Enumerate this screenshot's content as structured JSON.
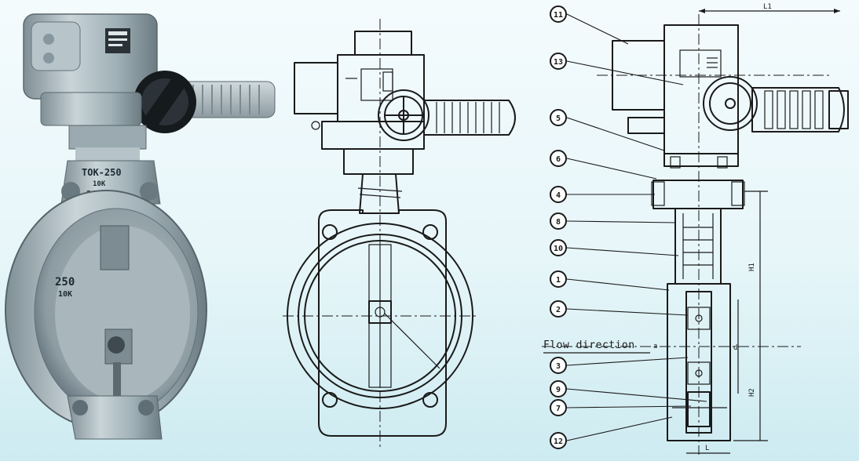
{
  "photo": {
    "body_marking_top": "TOK-250",
    "body_marking_mid": "10K",
    "body_marking_code": "2OSCM",
    "disc_size": "250",
    "disc_rating": "10K"
  },
  "callouts": [
    {
      "num": "11"
    },
    {
      "num": "13"
    },
    {
      "num": "5"
    },
    {
      "num": "6"
    },
    {
      "num": "4"
    },
    {
      "num": "8"
    },
    {
      "num": "10"
    },
    {
      "num": "1"
    },
    {
      "num": "2"
    },
    {
      "num": "3"
    },
    {
      "num": "9"
    },
    {
      "num": "7"
    },
    {
      "num": "12"
    }
  ],
  "dimensions": {
    "L1": "L1",
    "H1": "H1",
    "H2": "H2",
    "L": "L",
    "d": "d",
    "a": "a"
  },
  "flow_direction": "Flow direction",
  "colors": {
    "background_top": "#f4fbfd",
    "background_bottom": "#cdebf1",
    "ink": "#1a1a1a",
    "photo_metal": "#a9b7bd"
  }
}
